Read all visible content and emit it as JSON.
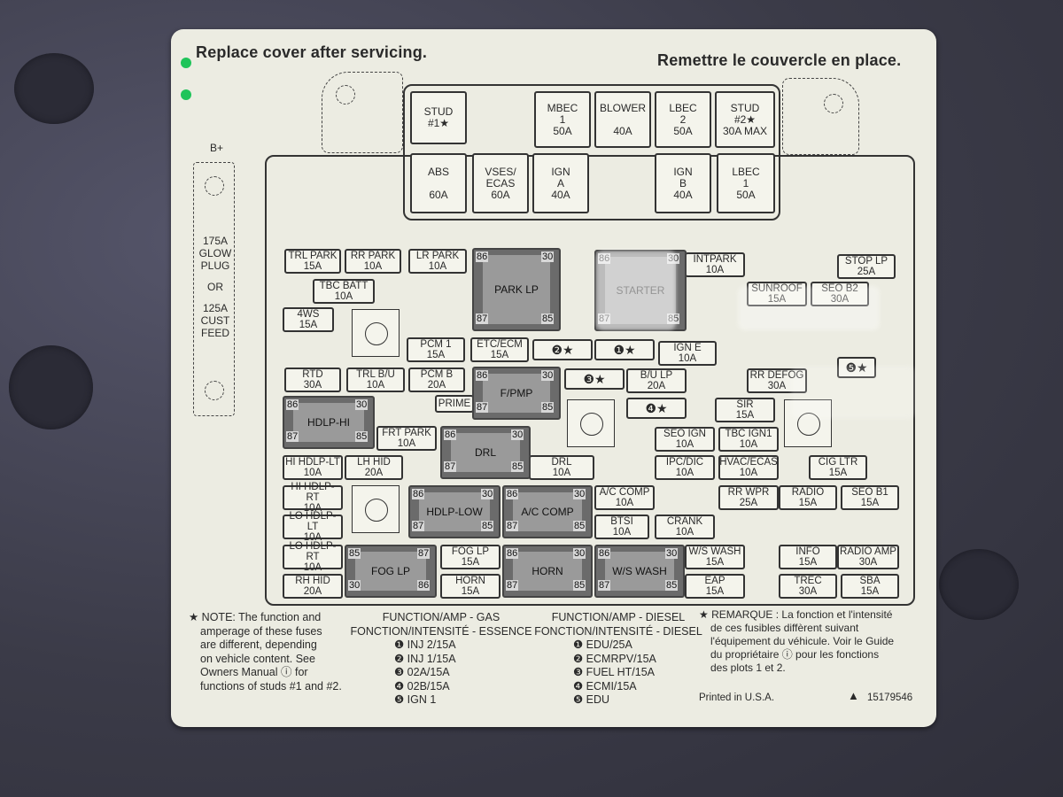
{
  "header": {
    "left": "Replace cover after servicing.",
    "right": "Remettre le couvercle en place."
  },
  "side": {
    "bplus": "B+",
    "amp1": "175A",
    "glow": "GLOW",
    "plug": "PLUG",
    "or": "OR",
    "amp2": "125A",
    "cust": "CUST",
    "feed": "FEED"
  },
  "top_fuses": {
    "stud1": "STUD\n#1★",
    "mbec1": "MBEC\n1\n50A",
    "blower": "BLOWER\n\n40A",
    "lbec2": "LBEC\n2\n50A",
    "stud2": "STUD\n#2★\n30A MAX",
    "abs": "ABS\n\n60A",
    "vses": "VSES/\nECAS\n60A",
    "igna": "IGN\nA\n40A",
    "ignb": "IGN\nB\n40A",
    "lbec1": "LBEC\n1\n50A"
  },
  "minis": {
    "trl_park": [
      "TRL PARK",
      "15A"
    ],
    "rr_park": [
      "RR PARK",
      "10A"
    ],
    "lr_park": [
      "LR PARK",
      "10A"
    ],
    "tbc_batt": [
      "TBC BATT",
      "10A"
    ],
    "fwd": [
      "4WS",
      "15A"
    ],
    "pcm1": [
      "PCM 1",
      "15A"
    ],
    "etc": [
      "ETC/ECM",
      "15A"
    ],
    "rtd": [
      "RTD",
      "30A"
    ],
    "trl_bu": [
      "TRL B/U",
      "10A"
    ],
    "pcmb": [
      "PCM B",
      "20A"
    ],
    "prime": [
      "PRIME",
      ""
    ],
    "frt_park": [
      "FRT PARK",
      "10A"
    ],
    "hi_lt": [
      "HI HDLP-LT",
      "10A"
    ],
    "lh_hid": [
      "LH HID",
      "20A"
    ],
    "drl": [
      "DRL",
      "10A"
    ],
    "hi_rt": [
      "HI HDLP-RT",
      "10A"
    ],
    "ac_comp": [
      "A/C COMP",
      "10A"
    ],
    "lo_lt": [
      "LO HDLP-LT",
      "10A"
    ],
    "btsi": [
      "BTSI",
      "10A"
    ],
    "crank": [
      "CRANK",
      "10A"
    ],
    "lo_rt": [
      "LO HDLP-RT",
      "10A"
    ],
    "fog": [
      "FOG LP",
      "15A"
    ],
    "ws_wash": [
      "W/S WASH",
      "15A"
    ],
    "rh_hid": [
      "RH HID",
      "20A"
    ],
    "horn": [
      "HORN",
      "15A"
    ],
    "eap": [
      "EAP",
      "15A"
    ],
    "intpark": [
      "INTPARK",
      "10A"
    ],
    "stop_lp": [
      "STOP LP",
      "25A"
    ],
    "sunroof": [
      "SUNROOF",
      "15A"
    ],
    "seo_b2": [
      "SEO B2",
      "30A"
    ],
    "ign_e": [
      "IGN E",
      "10A"
    ],
    "bu_lp": [
      "B/U LP",
      "20A"
    ],
    "rr_defog": [
      "RR DEFOG",
      "30A"
    ],
    "sir": [
      "SIR",
      "15A"
    ],
    "seo_ign": [
      "SEO IGN",
      "10A"
    ],
    "tbc_ign1": [
      "TBC IGN1",
      "10A"
    ],
    "ipc": [
      "IPC/DIC",
      "10A"
    ],
    "hvac": [
      "HVAC/ECAS",
      "10A"
    ],
    "cig": [
      "CIG LTR",
      "15A"
    ],
    "rr_wpr": [
      "RR WPR",
      "25A"
    ],
    "radio": [
      "RADIO",
      "15A"
    ],
    "seo_b1": [
      "SEO B1",
      "15A"
    ],
    "info": [
      "INFO",
      "15A"
    ],
    "radio_amp": [
      "RADIO AMP",
      "30A"
    ],
    "trec": [
      "TREC",
      "30A"
    ],
    "sba": [
      "SBA",
      "15A"
    ]
  },
  "numbered": {
    "n1": "❶★",
    "n2": "❷★",
    "n3": "❸★",
    "n4": "❹★",
    "n5": "❺★"
  },
  "relays": {
    "park_lp": "PARK LP",
    "starter": "STARTER",
    "fpmp": "F/PMP",
    "hdlp_hi": "HDLP-HI",
    "drl": "DRL",
    "hdlp_low": "HDLP-LOW",
    "ac_comp": "A/C COMP",
    "fog_lp": "FOG LP",
    "horn": "HORN",
    "ws_wash": "W/S WASH"
  },
  "pins": {
    "p86": "86",
    "p30": "30",
    "p87": "87",
    "p85": "85"
  },
  "notes": {
    "left": [
      "★ NOTE: The function and",
      "amperage of these fuses",
      "are different, depending",
      "on vehicle content. See",
      "Owners Manual ⓘ  for",
      "functions of studs #1 and #2."
    ],
    "gas_title1": "FUNCTION/AMP - GAS",
    "gas_title2": "FONCTION/INTENSITÉ - ESSENCE",
    "gas": [
      "❶ INJ 2/15A",
      "❷ INJ 1/15A",
      "❸ 02A/15A",
      "❹ 02B/15A",
      "❺ IGN 1"
    ],
    "diesel_title1": "FUNCTION/AMP - DIESEL",
    "diesel_title2": "FONCTION/INTENSITÉ - DIESEL",
    "diesel": [
      "❶ EDU/25A",
      "❷ ECMRPV/15A",
      "❸ FUEL HT/15A",
      "❹ ECMI/15A",
      "❺ EDU"
    ],
    "right": [
      "★ REMARQUE : La fonction et l'intensité",
      "de ces fusibles diffèrent suivant",
      "l'équipement du véhicule. Voir le Guide",
      "du propriétaire ⓘ pour les fonctions",
      "des plots 1 et 2."
    ],
    "printed": "Printed in U.S.A.",
    "part": "15179546"
  }
}
